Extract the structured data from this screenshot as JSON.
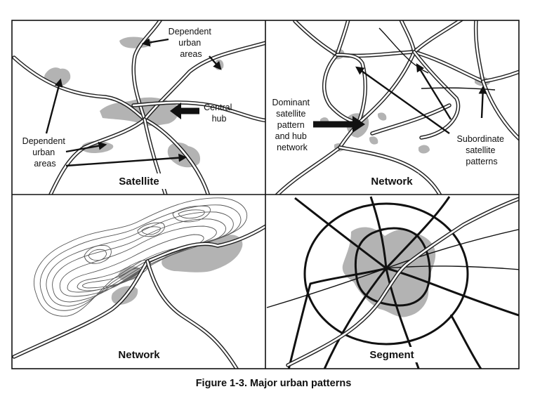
{
  "caption": "Figure 1-3. Major urban patterns",
  "panels": {
    "satellite": {
      "title": "Satellite",
      "labels": {
        "dependent_top": [
          "Dependent",
          "urban",
          "areas"
        ],
        "dependent_left": [
          "Dependent",
          "urban",
          "areas"
        ],
        "central_hub": [
          "Central",
          "hub"
        ]
      }
    },
    "network_top": {
      "title": "Network",
      "labels": {
        "dominant": [
          "Dominant",
          "satellite",
          "pattern",
          "and hub",
          "network"
        ],
        "subordinate": [
          "Subordinate",
          "satellite",
          "patterns"
        ]
      }
    },
    "network_bottom": {
      "title": "Network"
    },
    "segment": {
      "title": "Segment"
    }
  },
  "colors": {
    "urban_fill": "#b3b3b3",
    "ink": "#111111",
    "background": "#ffffff"
  }
}
